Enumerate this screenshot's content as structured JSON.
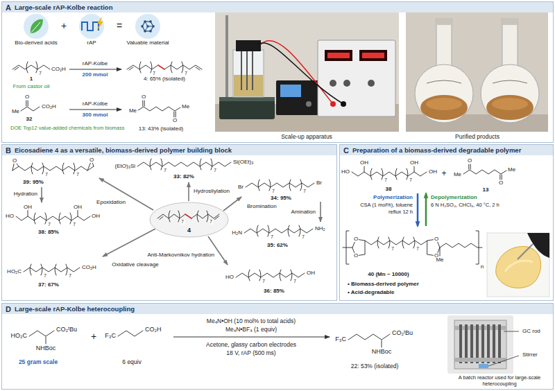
{
  "diagram": {
    "nodes": [
      {
        "text": [
          "A",
          "Large-scale rAP-Kolbe reaction"
        ]
      },
      {
        "text": [
          "B",
          "Eicosadiene 4 as a versatile, biomass-derived polymer building block"
        ]
      },
      {
        "text": [
          "4"
        ],
        "in": 1
      },
      {
        "text": [
          "C",
          "Preparation of a biomass-derived degradable polymer"
        ]
      },
      {
        "text": [
          "D",
          "Large-scale rAP-Kolbe heterocoupling"
        ]
      }
    ],
    "labels": [
      "Bio-derived acids",
      "+",
      "rAP",
      "=",
      "Valuable material",
      "CO₂H",
      "7",
      "1",
      "From castor oil",
      "rAP-Kolbe",
      "200 mmol",
      "7",
      "7",
      "4: 65% (isolated)",
      "Me",
      "O",
      "CO₂H",
      "32",
      "DOE Top12 value-added chemicals from biomass",
      "rAP-Kolbe",
      "300 mmol",
      "Me",
      "O",
      "O",
      "Me",
      "13: 43% (isolated)",
      "Scale-up apparatus",
      "Purified products",
      "(EtO)₃Si",
      "Si(OEt)₃",
      "7",
      "7",
      "33: 82%",
      "Hydrosilylation",
      "O",
      "O",
      "7",
      "7",
      "39: 95%",
      "Epoxidation",
      "Hydration",
      "HO",
      "OH",
      "OH",
      "OH",
      "7",
      "7",
      "38: 85%",
      "Oxidative cleavage",
      "HO₂C",
      "CO₂H",
      "7",
      "7",
      "37: 67%",
      "Br",
      "Br",
      "7",
      "7",
      "34: 95%",
      "Bromination",
      "Amination",
      "H₂N",
      "NH₂",
      "7",
      "7",
      "35: 62%",
      "Anti-Markovnikov hydration",
      "HO",
      "OH",
      "7",
      "7",
      "36: 85%",
      "7",
      "7",
      "HO",
      "OH",
      "OH",
      "OH",
      "7",
      "7",
      "38",
      "+",
      "Me",
      "O",
      "O",
      "Me",
      "13",
      "Polymerization",
      "CSA (1 mol%), toluene",
      "reflux 12 h",
      "Depolymerization",
      "6 N H₂SO₄, CHCl₃, 40 °C, 2 h",
      "O",
      "O",
      "O",
      "O",
      "Me",
      "7",
      "7",
      "n",
      "40 (Mn ~ 10000)",
      "• Biomass-derived polymer",
      "• Acid-degradable",
      "HO₂C",
      "CO₂ᵗBu",
      "NHBoc",
      "25 gram scale",
      "+",
      "F₃C",
      "CO₂H",
      "6 equiv",
      "Me₄N•OH (10 mol% to total acids)",
      "Me₄N•BF₄ (1 equiv)",
      "Acetone, glassy carbon electrodes",
      "18 V, rAP (500 ms)",
      "F₃C",
      "CO₂ᵗBu",
      "NHBoc",
      "22: 53% (isolated)",
      "GC rod",
      "Stirrer",
      "A batch reactor used for large-scale heterocoupling"
    ]
  }
}
